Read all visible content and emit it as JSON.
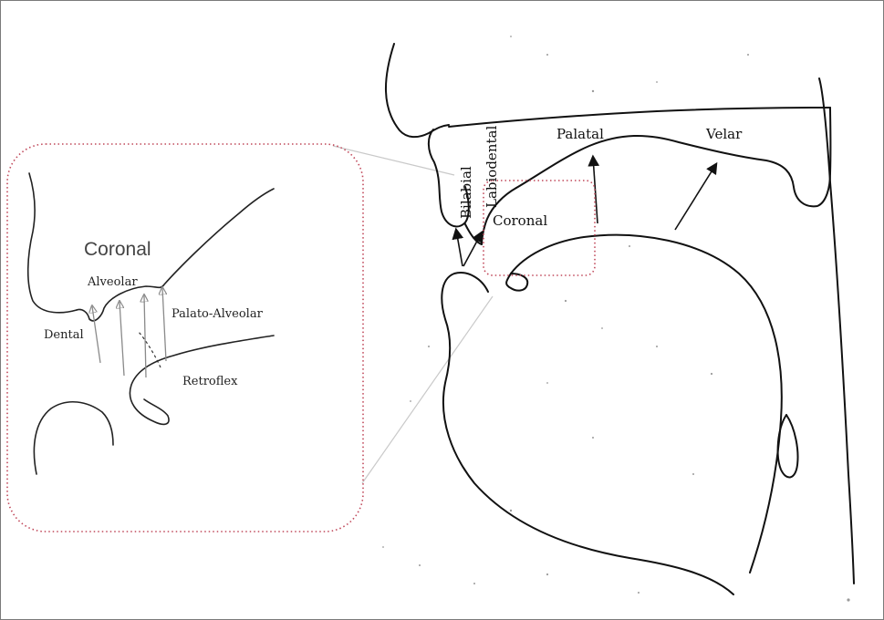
{
  "main_labels": {
    "bilabial": "Bilabial",
    "labiodental": "Labiodental",
    "coronal": "Coronal",
    "palatal": "Palatal",
    "velar": "Velar"
  },
  "inset_labels": {
    "title": "Coronal",
    "alveolar": "Alveolar",
    "dental": "Dental",
    "palato_alveolar": "Palato-Alveolar",
    "retroflex": "Retroflex"
  },
  "colors": {
    "highlight_box": "#c0485a",
    "arrow_dark": "#111111",
    "arrow_gray": "#8a8a8a",
    "connector": "#c9c9c9"
  }
}
